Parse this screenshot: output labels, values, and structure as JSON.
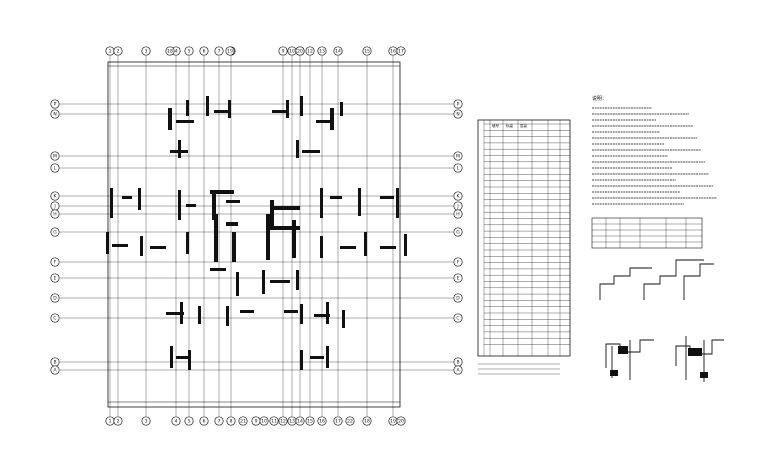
{
  "drawing": {
    "top_axis_labels": [
      "1",
      "2",
      "3",
      "4",
      "5",
      "6",
      "7",
      "8",
      "9",
      "10",
      "11",
      "12",
      "13",
      "14",
      "15",
      "16",
      "17",
      "18",
      "19",
      "20"
    ],
    "bottom_axis_labels": [
      "1",
      "2",
      "3",
      "4",
      "5",
      "6",
      "7",
      "8",
      "9",
      "10",
      "11",
      "12",
      "13",
      "14",
      "15",
      "16",
      "17",
      "18",
      "19",
      "20",
      "21",
      "22"
    ],
    "left_axis_labels": [
      "P",
      "N",
      "M",
      "L",
      "K",
      "J",
      "H",
      "G",
      "F",
      "E",
      "D",
      "C",
      "B",
      "A"
    ],
    "right_axis_labels": [
      "P",
      "N",
      "M",
      "L",
      "K",
      "J",
      "H",
      "G",
      "F",
      "E",
      "D",
      "C",
      "B",
      "A"
    ]
  },
  "table": {
    "header": [
      "墙号",
      "标高",
      "层高"
    ],
    "note_lines": [
      "",
      "",
      ""
    ]
  },
  "notes": {
    "title": "说明：",
    "lines": [
      "",
      "",
      "",
      "",
      "",
      "",
      "",
      "",
      "",
      "",
      "",
      "",
      "",
      "",
      "",
      "",
      ""
    ]
  },
  "details": {
    "labels": [
      "",
      "",
      ""
    ]
  },
  "colors": {
    "ink": "#111111",
    "background": "#ffffff"
  }
}
